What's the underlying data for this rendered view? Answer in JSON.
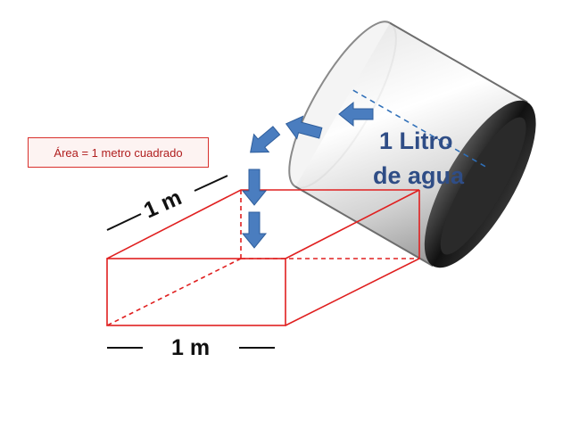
{
  "area_box": {
    "text": "Área = 1 metro cuadrado"
  },
  "glass": {
    "line1": "1 Litro",
    "line2": "de agua"
  },
  "dimensions": {
    "top": "1 m",
    "bottom": "1 m"
  },
  "colors": {
    "box_edge": "#e02020",
    "arrow": "#4a7dbf",
    "glass_text": "#2f4d86"
  }
}
